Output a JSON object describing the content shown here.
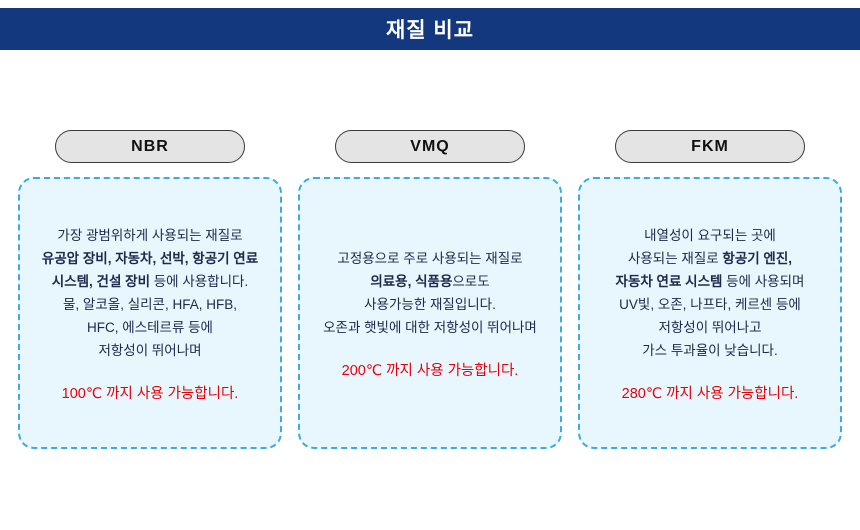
{
  "header": {
    "title": "재질 비교"
  },
  "colors": {
    "header_bg": "#14387e",
    "pill_bg": "#e4e4e4",
    "pill_border": "#3a3a3a",
    "card_bg": "#e7f7fd",
    "card_border": "#3fabdc",
    "text_color": "#20294d",
    "note_color": "#e8000b"
  },
  "cards": [
    {
      "label": "NBR",
      "lines": [
        [
          {
            "t": "가장 광범위하게 사용되는 재질로",
            "b": false
          }
        ],
        [
          {
            "t": "유공압 장비, 자동차, 선박, 항공기 연료",
            "b": true
          }
        ],
        [
          {
            "t": "시스템, 건설 장비",
            "b": true
          },
          {
            "t": " 등에 사용합니다.",
            "b": false
          }
        ],
        [
          {
            "t": "물, 알코올, 실리콘, HFA, HFB,",
            "b": false
          }
        ],
        [
          {
            "t": "HFC, 에스테르류 등에",
            "b": false
          }
        ],
        [
          {
            "t": "저항성이 뛰어나며",
            "b": false
          }
        ]
      ],
      "note": "100℃ 까지 사용 가능합니다."
    },
    {
      "label": "VMQ",
      "lines": [
        [
          {
            "t": "고정용으로 주로 사용되는 재질로",
            "b": false
          }
        ],
        [
          {
            "t": "의료용, 식품용",
            "b": true
          },
          {
            "t": "으로도",
            "b": false
          }
        ],
        [
          {
            "t": "사용가능한 재질입니다.",
            "b": false
          }
        ],
        [
          {
            "t": "오존과 햇빛에 대한 저항성이 뛰어나며",
            "b": false
          }
        ]
      ],
      "note": "200℃ 까지 사용 가능합니다."
    },
    {
      "label": "FKM",
      "lines": [
        [
          {
            "t": "내열성이 요구되는 곳에",
            "b": false
          }
        ],
        [
          {
            "t": "사용되는 재질로 ",
            "b": false
          },
          {
            "t": "항공기 엔진,",
            "b": true
          }
        ],
        [
          {
            "t": "자동차 연료 시스템",
            "b": true
          },
          {
            "t": " 등에 사용되며",
            "b": false
          }
        ],
        [
          {
            "t": "UV빛, 오존, 나프타, 케르센 등에",
            "b": false
          }
        ],
        [
          {
            "t": "저항성이 뛰어나고",
            "b": false
          }
        ],
        [
          {
            "t": "가스 투과율이 낮습니다.",
            "b": false
          }
        ]
      ],
      "note": "280℃ 까지 사용 가능합니다."
    }
  ]
}
